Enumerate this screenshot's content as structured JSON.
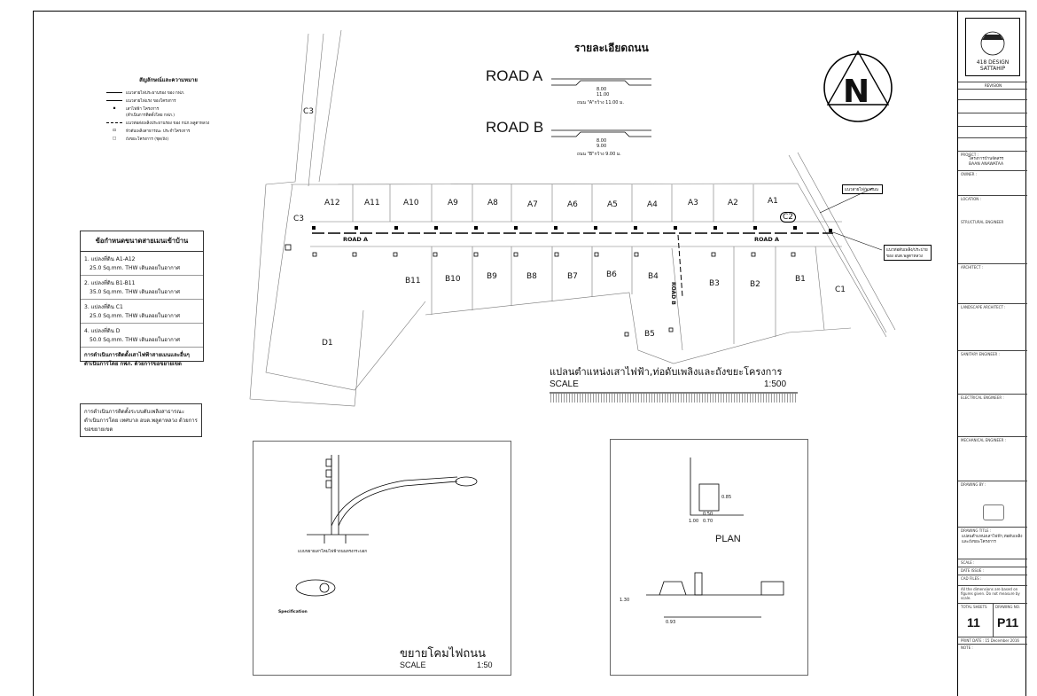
{
  "legend": {
    "title": "สัญลักษณ์และความหมาย",
    "items": [
      "แนวสายไฟประธานรอง ของ กฟภ.",
      "แนวสายไฟแรง ของโครงการ",
      "เสาไฟฟ้า โครงการ",
      "(ดำเนินการติดตั้งโดย กฟภ.)",
      "แนวท่อส่งเพลิงประธานรอง ของ กปภ.พลูตาหลวง",
      "หัวดับเพลิงสาธารณะ ประจำโครงการ",
      "ถังขยะโครงการ (ชุด/ถัง)"
    ]
  },
  "cable_table": {
    "title": "ข้อกำหนดขนาดสายเมนเข้าบ้าน",
    "rows": [
      {
        "lot": "1. แปลงที่ดิน A1-A12",
        "spec": "25.0 Sq.mm. THW เดินลอยในอากาศ"
      },
      {
        "lot": "2. แปลงที่ดิน B1-B11",
        "spec": "35.0 Sq.mm. THW เดินลอยในอากาศ"
      },
      {
        "lot": "3. แปลงที่ดิน C1",
        "spec": "25.0 Sq.mm. THW เดินลอยในอากาศ"
      },
      {
        "lot": "4. แปลงที่ดิน D",
        "spec": "50.0 Sq.mm. THW เดินลอยในอากาศ"
      }
    ],
    "footer": "การดำเนินการติดตั้งเสาไฟฟ้าสายเมนและอื่นๆ ดำเนินการโดย กฟภ. ด้วยการขอขยายเขต"
  },
  "water_note": "การดำเนินการติดตั้งระบบดับเพลิงสาธารณะ ดำเนินการโดย เทศบาล อบต.พลูตาหลวง ด้วยการขอขยายเขต",
  "road_detail": {
    "title": "รายละเอียดถนน",
    "road_a": {
      "label": "ROAD A",
      "width_center": "8.00",
      "width_total": "11.00",
      "caption": "ถนน \"A\"กว้าง 11.00 ม."
    },
    "road_b": {
      "label": "ROAD B",
      "width_center": "8.00",
      "width_total": "9.00",
      "caption": "ถนน \"B\"กว้าง 9.00 ม."
    }
  },
  "north": {
    "letter": "N"
  },
  "site_plan": {
    "title": "แปลนตำแหน่งเสาไฟฟ้า,ท่อดับเพลิงและถังขยะโครงการ",
    "scale_label": "SCALE",
    "scale_value": "1:500",
    "road_a_label": "ROAD A",
    "road_a_label2": "ROAD A",
    "road_b_label": "ROAD B",
    "lots_top": [
      "A12",
      "A11",
      "A10",
      "A9",
      "A8",
      "A7",
      "A6",
      "A5",
      "A4",
      "A3",
      "A2",
      "A1"
    ],
    "lots_bottom": [
      "B11",
      "B10",
      "B9",
      "B8",
      "B7",
      "B6",
      "B4",
      "B3",
      "B2",
      "B1"
    ],
    "lot_b5": "B5",
    "lot_c1": "C1",
    "lot_c2": "C2",
    "lot_c3": "C3",
    "lot_c3b": "C3",
    "lot_d1": "D1",
    "callout1": "แนวสายไฟ/พาดนน",
    "callout2": "แนวท่อดับเพลิง/ประปาย ของ อบต.พลูตาหลวง"
  },
  "lamp_detail": {
    "title": "ขยายโคมไฟถนน",
    "scale_label": "SCALE",
    "scale_value": "1:50",
    "caption": "แบบขยายเสาโคมไฟฟ้าถนนทรงกระบอก",
    "spec_title": "Specification"
  },
  "trash_detail": {
    "plan_label": "PLAN",
    "dims": [
      "1.00",
      "0.70",
      "0.50",
      "0.85",
      "0.93",
      "1.30"
    ]
  },
  "title_block": {
    "firm_line1": "418 DESIGN",
    "firm_line2": "SATTAHIP",
    "revision_label": "REVISION",
    "project_label": "PROJECT :",
    "project_name": "โครงการบ้านจัดสรร",
    "project_sub": "BAAN ANAWATAA",
    "owner_label": "OWNER :",
    "location_label": "LOCATION :",
    "structural_label": "STRUCTURAL ENGINEER",
    "architect_label": "ARCHITECT :",
    "landscape_label": "LANDSCAPE ARCHITECT :",
    "sanitary_label": "SANITARY ENGINEER :",
    "electrical_label": "ELECTRICAL ENGINEER :",
    "mechanical_label": "MECHANICAL ENGINEER :",
    "drawn_label": "DRAWING BY :",
    "drawing_title_label": "DRAWING TITLE :",
    "drawing_title": "แปลนตำแหน่งเสาไฟฟ้า,ท่อดับเพลิง และถังขยะโครงการ",
    "scale_label": "SCALE :",
    "date_label": "DATE ISSUE :",
    "cad_label": "CAD FILES :",
    "note_dims": "All the dimensions are based on figures given. Do not measure by scale.",
    "total_sheets_label": "TOTAL SHEETS",
    "drawing_no_label": "DRAWING NO.",
    "total_sheets": "11",
    "drawing_no": "P11",
    "print_date": "PRINT DATE : 15 December 2016",
    "note_label": "NOTE :"
  }
}
